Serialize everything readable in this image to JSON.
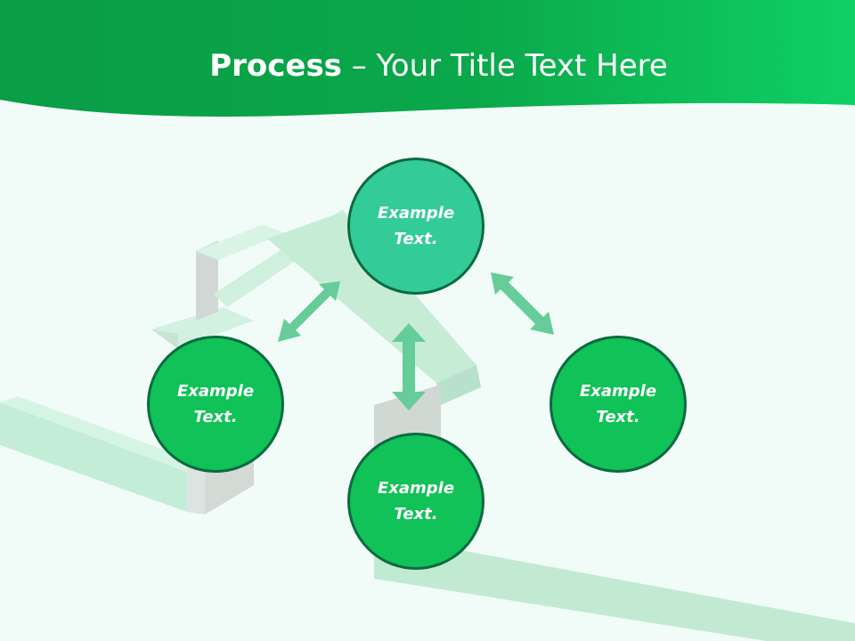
{
  "slide": {
    "title_bold": "Process",
    "title_rest": " – Your Title Text Here"
  },
  "colors": {
    "header_green": "#0aa84a",
    "header_green_light": "#0fd064",
    "background": "#f1fcf8",
    "node_green": "#10c257",
    "node_teal": "#33cc99",
    "node_border": "#0c6b3f",
    "arrow": "#66cc99"
  },
  "nodes": [
    {
      "id": "top",
      "label": "Example Text.",
      "color": "#33cc99"
    },
    {
      "id": "left",
      "label": "Example Text.",
      "color": "#10c257"
    },
    {
      "id": "bottom",
      "label": "Example Text.",
      "color": "#10c257"
    },
    {
      "id": "right",
      "label": "Example Text.",
      "color": "#10c257"
    }
  ],
  "background_image": "house-outline-icon"
}
